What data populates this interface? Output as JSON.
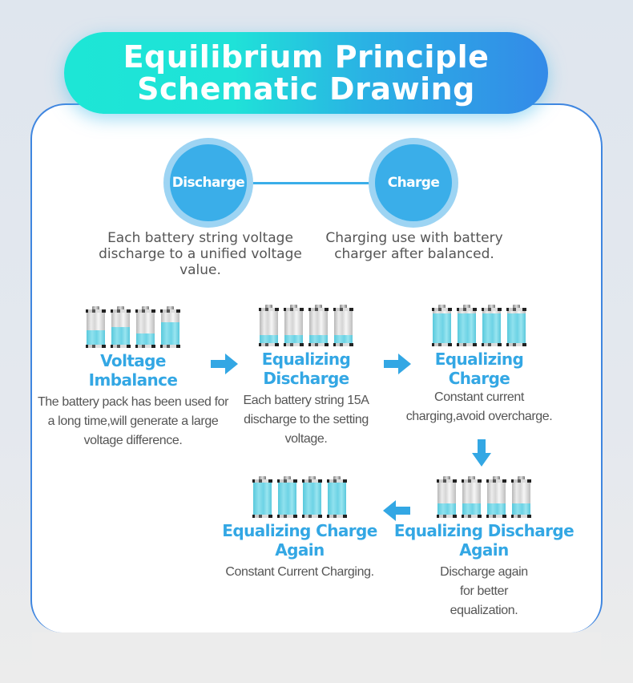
{
  "title": {
    "line1": "Equilibrium Principle",
    "line2": "Schematic Drawing"
  },
  "colors": {
    "accent": "#33a7e4",
    "title_gradient_start": "#1de6d6",
    "title_gradient_end": "#338ae8",
    "card_border": "#3f86e0",
    "body_text": "#555555"
  },
  "modes": {
    "discharge": {
      "label": "Discharge",
      "description": "Each battery string voltage discharge to a unified voltage value."
    },
    "charge": {
      "label": "Charge",
      "description": "Charging use with battery charger after balanced."
    }
  },
  "stages": [
    {
      "title_line1": "Voltage",
      "title_line2": "Imbalance",
      "description": "The battery pack has been used for a long time,will generate a large voltage difference.",
      "battery_levels": [
        0.45,
        0.55,
        0.35,
        0.7
      ]
    },
    {
      "title_line1": "Equalizing",
      "title_line2": "Discharge",
      "description": "Each battery string 15A  discharge to the setting voltage.",
      "battery_levels": [
        0.25,
        0.25,
        0.25,
        0.25
      ]
    },
    {
      "title_line1": "Equalizing",
      "title_line2": "Charge",
      "description": "Constant current charging,avoid overcharge.",
      "battery_levels": [
        0.92,
        0.92,
        0.92,
        0.92
      ]
    },
    {
      "title_line1": "Equalizing Discharge",
      "title_line2": "Again",
      "description": "Discharge again for better equalization.",
      "battery_levels": [
        0.35,
        0.35,
        0.35,
        0.35
      ]
    },
    {
      "title_line1": "Equalizing Charge",
      "title_line2": "Again",
      "description": "Constant  Current  Charging.",
      "battery_levels": [
        1.0,
        1.0,
        1.0,
        1.0
      ]
    }
  ],
  "arrows": {
    "icon": "arrow-icon",
    "directions": [
      "right",
      "right",
      "down",
      "left"
    ]
  }
}
